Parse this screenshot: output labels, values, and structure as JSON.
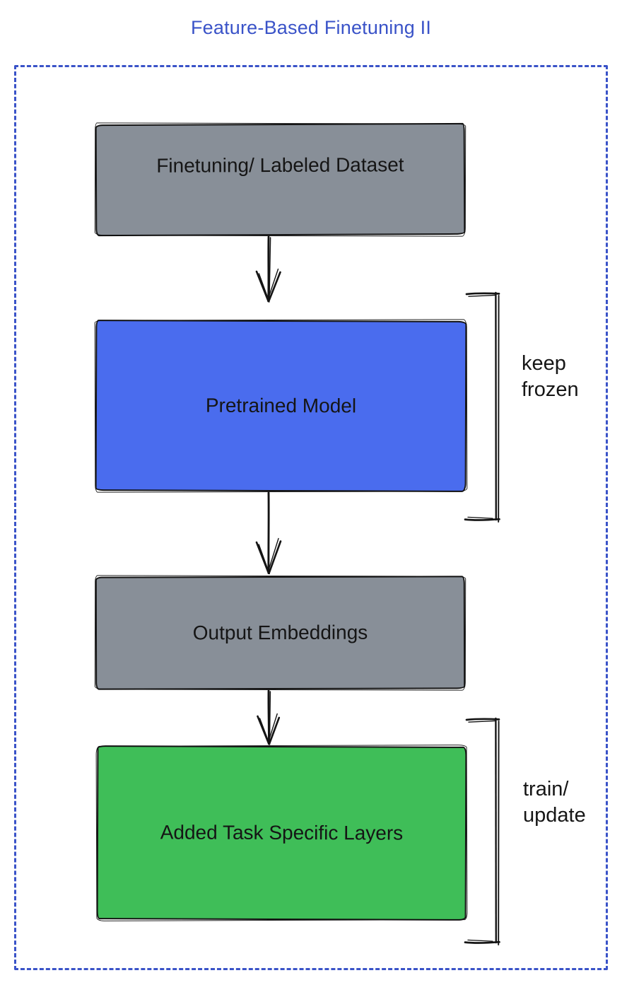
{
  "title": {
    "text": "Feature-Based Finetuning II",
    "color": "#3a53c8"
  },
  "frame": {
    "border_color": "#3a53c8"
  },
  "diagram": {
    "stroke_color": "#141414",
    "nodes": [
      {
        "id": "finetuning-dataset",
        "label": "Finetuning/ Labeled Dataset",
        "fill": "#888f98"
      },
      {
        "id": "pretrained-model",
        "label": "Pretrained Model",
        "fill": "#4a6cee"
      },
      {
        "id": "output-embeddings",
        "label": "Output Embeddings",
        "fill": "#888f98"
      },
      {
        "id": "added-task-specific-layers",
        "label": "Added Task Specific Layers",
        "fill": "#3fbe58"
      }
    ],
    "connectors": [
      {
        "from": "finetuning-dataset",
        "to": "pretrained-model",
        "type": "arrow-down"
      },
      {
        "from": "pretrained-model",
        "to": "output-embeddings",
        "type": "arrow-down"
      },
      {
        "from": "output-embeddings",
        "to": "added-task-specific-layers",
        "type": "arrow-down"
      }
    ],
    "annotations": [
      {
        "id": "keep-frozen",
        "target": "pretrained-model",
        "line1": "keep",
        "line2": "frozen"
      },
      {
        "id": "train-update",
        "target": "added-task-specific-layers",
        "line1": "train/",
        "line2": "update"
      }
    ]
  }
}
